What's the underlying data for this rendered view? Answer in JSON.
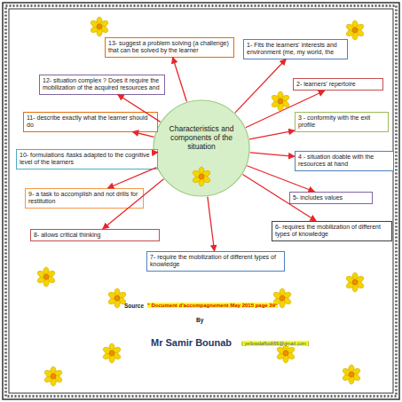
{
  "diagram": {
    "nodes": [
      {
        "text": [
          "Characteristics and components of the situation"
        ]
      },
      {
        "text": [
          "1- Fits the learners' interests and environment (me, my world, the"
        ]
      },
      {
        "text": [
          "2- learners' repertoire"
        ]
      },
      {
        "text": [
          "3 - conformity with the exit profile"
        ]
      },
      {
        "text": [
          "4 - situation doable with the resources at hand"
        ]
      },
      {
        "text": [
          "5- includes values"
        ]
      },
      {
        "text": [
          "6- requires the mobilization of different types of knowledge"
        ]
      },
      {
        "text": [
          "7- require the mobilization of different types of knowledge"
        ]
      },
      {
        "text": [
          "8- allows critical thinking"
        ]
      },
      {
        "text": [
          "9- a task to accomplish and not drills for restitution"
        ]
      },
      {
        "text": [
          "10- formulations /tasks adapted to the cognitive level of the learners"
        ]
      },
      {
        "text": [
          "11- describe exactly what the learner should do"
        ]
      },
      {
        "text": [
          "12- situation complex ? Does it require the mobilization of the acquired resources and"
        ]
      },
      {
        "text": [
          "13- suggest a problem solving (a challenge) that can be solved by the learner"
        ]
      }
    ],
    "edges": [
      {
        "from": 0,
        "to": 1,
        "arrow": "to"
      },
      {
        "from": 0,
        "to": 2,
        "arrow": "to"
      },
      {
        "from": 0,
        "to": 3,
        "arrow": "to"
      },
      {
        "from": 0,
        "to": 4,
        "arrow": "to"
      },
      {
        "from": 0,
        "to": 5,
        "arrow": "to"
      },
      {
        "from": 0,
        "to": 6,
        "arrow": "to"
      },
      {
        "from": 0,
        "to": 7,
        "arrow": "to"
      },
      {
        "from": 0,
        "to": 8,
        "arrow": "to"
      },
      {
        "from": 0,
        "to": 9,
        "arrow": "to"
      },
      {
        "from": 0,
        "to": 10,
        "arrow": "to"
      },
      {
        "from": 0,
        "to": 11,
        "arrow": "to"
      },
      {
        "from": 0,
        "to": 12,
        "arrow": "to"
      },
      {
        "from": 0,
        "to": 13,
        "arrow": "to"
      }
    ],
    "labels": [
      "Source",
      "\" Document d'accompagnement May 2015 page 39\"",
      "By",
      "Mr Samir Bounab",
      "( yellowdaffodil66@gmail.com )"
    ]
  }
}
